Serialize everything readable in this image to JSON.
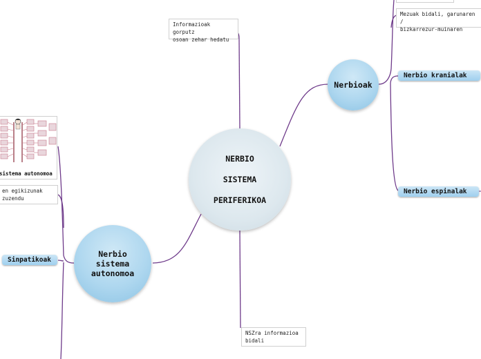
{
  "central": {
    "line1": "NERBIO",
    "line2": "SISTEMA",
    "line3": "PERIFERIKOA"
  },
  "nerbioak": {
    "label": "Nerbioak"
  },
  "autonomoa": {
    "line1": "Nerbio",
    "line2": "sistema",
    "line3": "autonomoa"
  },
  "notes": {
    "info_spread": "Informazioak gorputz\nosoan zehar hedatu",
    "send_to_nsz": "NSZra informazioa\nbidali",
    "messages": "Mezuak bidali, garunaren /\nbizkarrezur-muinaren",
    "functions": "en egikizunak\nzuzendu"
  },
  "pills": {
    "kranialak": "Nerbio kranialak",
    "espinalak": "Nerbio espinalak",
    "sinpatikoak": "Sinpatikoak"
  },
  "image_caption": "sistema autonomoa",
  "colors": {
    "line": "#6e3a8a",
    "node_blue": "#aed7ef",
    "central": "#dde8ee"
  }
}
